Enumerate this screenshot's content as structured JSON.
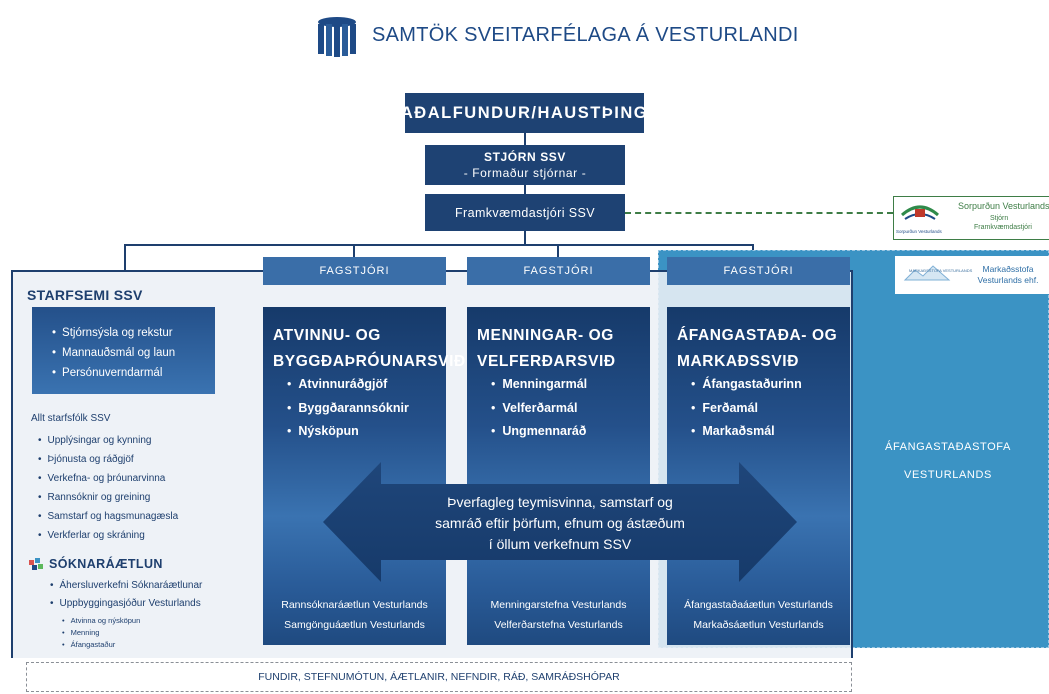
{
  "header": {
    "org_name": "SAMTÖK SVEITARFÉLAGA Á VESTURLANDI"
  },
  "top": {
    "assembly": "AÐALFUNDUR/HAUSTÞING",
    "board": "STJÓRN SSV",
    "board_sub": "- Formaður stjórnar -",
    "director": "Framkvæmdastjóri SSV"
  },
  "external": {
    "sorpurdun_title": "Sorpurðun Vesturlands hf.",
    "sorpurdun_sub1": "Stjórn",
    "sorpurdun_sub2": "Framkvæmdastjóri",
    "sorpurdun_logo_caption": "Sorpurðun Vesturlands",
    "markadsstofa_line1": "Markaðsstofa",
    "markadsstofa_line2": "Vesturlands ehf.",
    "markadsstofa_logo_caption": "MARKAÐSSTOFA VESTURLANDS"
  },
  "operations": {
    "title": "STARFSEMI SSV",
    "admin_items": [
      "Stjórnsýsla og rekstur",
      "Mannauðsmál og laun",
      "Persónuverndarmál"
    ],
    "staff_heading": "Allt starfsfólk SSV",
    "staff_items": [
      "Upplýsingar og kynning",
      "Þjónusta og ráðgjöf",
      "Verkefna- og þróunarvinna",
      "Rannsóknir og greining",
      "Samstarf og hagsmunagæsla",
      "Verkferlar og skráning"
    ],
    "plan_title": "SÓKNARÁÆTLUN",
    "plan_items": [
      "Áhersluverkefni Sóknaráætlunar",
      "Uppbyggingasjóður Vesturlands"
    ],
    "plan_subitems": [
      "Atvinna og nýsköpun",
      "Menning",
      "Áfangastaður"
    ]
  },
  "divisions": [
    {
      "manager": "FAGSTJÓRI",
      "title_line1": "ATVINNU- OG",
      "title_line2": "BYGGÐAÞRÓUNARSVIÐ",
      "items": [
        "Atvinnuráðgjöf",
        "Byggðarannsóknir",
        "Nýsköpun"
      ],
      "plans": [
        "Rannsóknaráætlun Vesturlands",
        "Samgönguáætlun Vesturlands"
      ]
    },
    {
      "manager": "FAGSTJÓRI",
      "title_line1": "MENNINGAR- OG",
      "title_line2": "VELFERÐARSVIÐ",
      "items": [
        "Menningarmál",
        "Velferðarmál",
        "Ungmennaráð"
      ],
      "plans": [
        "Menningarstefna Vesturlands",
        "Velferðarstefna Vesturlands"
      ]
    },
    {
      "manager": "FAGSTJÓRI",
      "title_line1": "ÁFANGASTAÐA- OG",
      "title_line2": "MARKAÐSSVIÐ",
      "items": [
        "Áfangastaðurinn",
        "Ferðamál",
        "Markaðsmál"
      ],
      "plans": [
        "Áfangastaðaáætlun Vesturlands",
        "Markaðsáætlun Vesturlands"
      ]
    }
  ],
  "destination_office": {
    "line1": "ÁFANGASTAÐASTOFA",
    "line2": "VESTURLANDS"
  },
  "collaboration": {
    "line1": "Þverfagleg teymisvinna, samstarf og",
    "line2": "samráð eftir þörfum, efnum og ástæðum",
    "line3": "í öllum verkefnum SSV"
  },
  "footer": {
    "text": "FUNDIR, STEFNUMÓTUN, ÁÆTLANIR, NEFNDIR, RÁÐ, SAMRÁÐSHÓPAR"
  },
  "colors": {
    "navy": "#1e4273",
    "light_blue": "#3a6ea8",
    "teal": "#3b93c4",
    "green_dash": "#3e7d46"
  }
}
